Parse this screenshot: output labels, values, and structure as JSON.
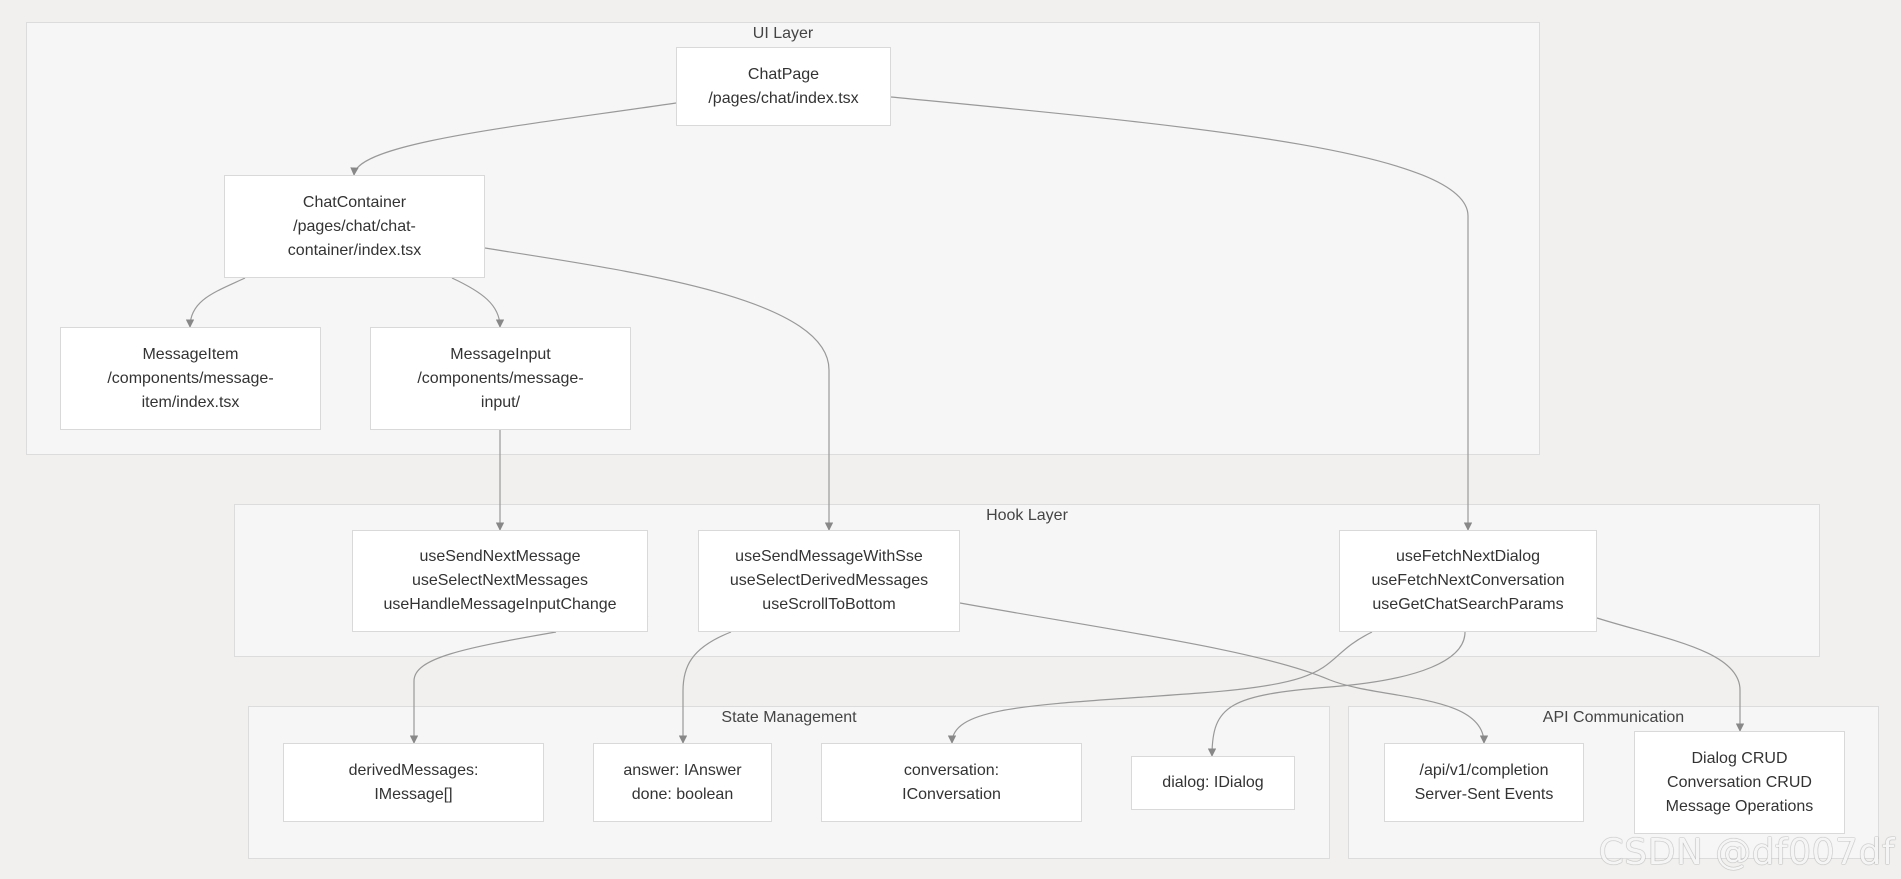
{
  "groups": {
    "ui": {
      "title": "UI Layer"
    },
    "hook": {
      "title": "Hook Layer"
    },
    "state": {
      "title": "State Management"
    },
    "api": {
      "title": "API Communication"
    }
  },
  "nodes": {
    "chat_page": [
      "ChatPage",
      "/pages/chat/index.tsx"
    ],
    "chat_container": [
      "ChatContainer",
      "/pages/chat/chat-",
      "container/index.tsx"
    ],
    "message_item": [
      "MessageItem",
      "/components/message-",
      "item/index.tsx"
    ],
    "message_input": [
      "MessageInput",
      "/components/message-",
      "input/"
    ],
    "hooks_send_next": [
      "useSendNextMessage",
      "useSelectNextMessages",
      "useHandleMessageInputChange"
    ],
    "hooks_sse": [
      "useSendMessageWithSse",
      "useSelectDerivedMessages",
      "useScrollToBottom"
    ],
    "hooks_fetch": [
      "useFetchNextDialog",
      "useFetchNextConversation",
      "useGetChatSearchParams"
    ],
    "derived_messages": [
      "derivedMessages:",
      "IMessage[]"
    ],
    "answer_done": [
      "answer: IAnswer",
      "done: boolean"
    ],
    "conversation": [
      "conversation:",
      "IConversation"
    ],
    "dialog": [
      "dialog: IDialog"
    ],
    "completion": [
      "/api/v1/completion",
      "Server-Sent Events"
    ],
    "crud": [
      "Dialog CRUD",
      "Conversation CRUD",
      "Message Operations"
    ]
  },
  "watermark": "CSDN @df007df"
}
